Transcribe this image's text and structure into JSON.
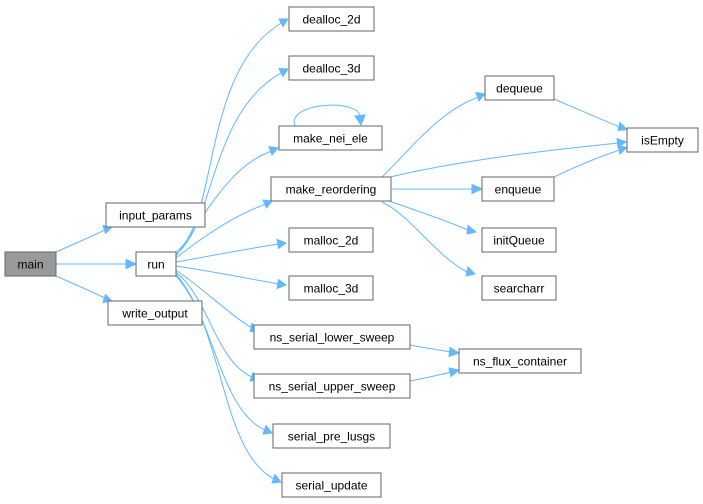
{
  "graph": {
    "nodes": {
      "main": "main",
      "input_params": "input_params",
      "run": "run",
      "write_output": "write_output",
      "dealloc_2d": "dealloc_2d",
      "dealloc_3d": "dealloc_3d",
      "make_nei_ele": "make_nei_ele",
      "make_reordering": "make_reordering",
      "malloc_2d": "malloc_2d",
      "malloc_3d": "malloc_3d",
      "ns_serial_lower_sweep": "ns_serial_lower_sweep",
      "ns_serial_upper_sweep": "ns_serial_upper_sweep",
      "serial_pre_lusgs": "serial_pre_lusgs",
      "serial_update": "serial_update",
      "dequeue": "dequeue",
      "enqueue": "enqueue",
      "initQueue": "initQueue",
      "searcharr": "searcharr",
      "isEmpty": "isEmpty",
      "ns_flux_container": "ns_flux_container"
    },
    "colors": {
      "edge": "#63b8ff",
      "node_border": "#666666",
      "root_fill": "#999999",
      "node_fill": "#ffffff"
    }
  }
}
